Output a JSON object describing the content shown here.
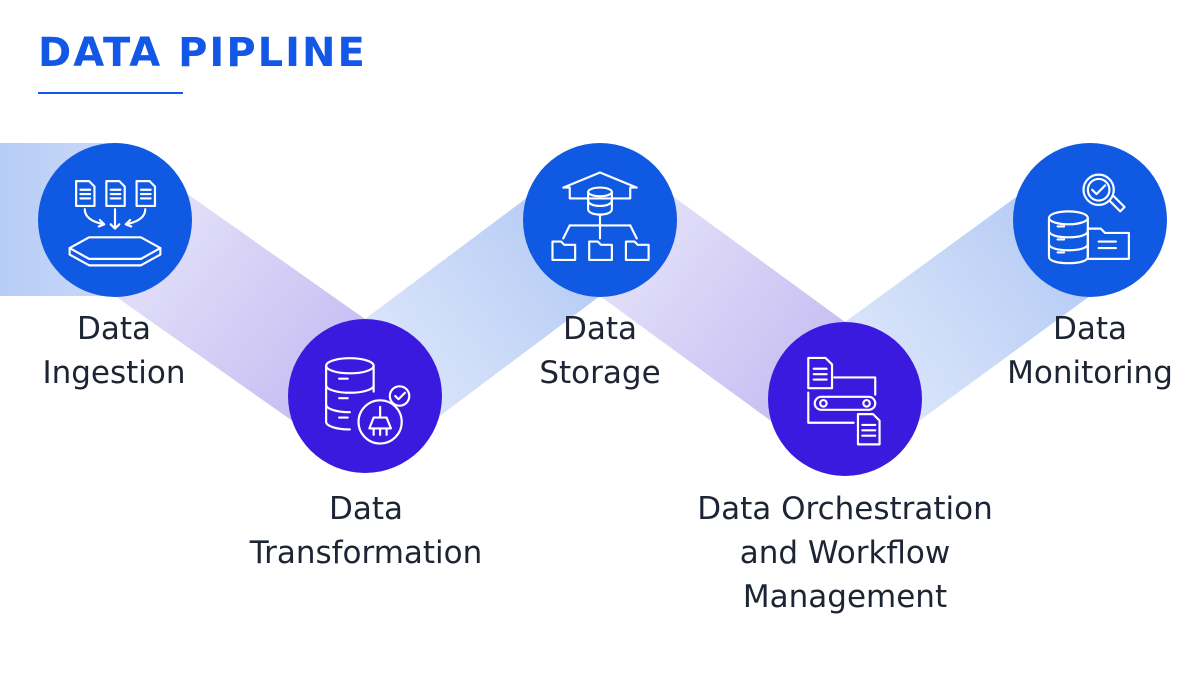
{
  "title": "DATA PIPLINE",
  "colors": {
    "title": "#1357e6",
    "node_blue": "#0f59e3",
    "node_indigo": "#3b1ae0",
    "ribbon_blue": "#b9cef5",
    "ribbon_purple": "#cbc3f2",
    "label": "#1d2433"
  },
  "stages": [
    {
      "line1": "Data",
      "line2": "Ingestion",
      "line3": "",
      "icon": "documents-into-tray-icon"
    },
    {
      "line1": "Data",
      "line2": "Transformation",
      "line3": "",
      "icon": "database-cleaning-icon"
    },
    {
      "line1": "Data",
      "line2": "Storage",
      "line3": "",
      "icon": "database-hierarchy-folders-icon"
    },
    {
      "line1": "Data Orchestration",
      "line2": "and Workflow",
      "line3": "Management",
      "icon": "workflow-documents-icon"
    },
    {
      "line1": "Data",
      "line2": "Monitoring",
      "line3": "",
      "icon": "database-magnifier-icon"
    }
  ]
}
